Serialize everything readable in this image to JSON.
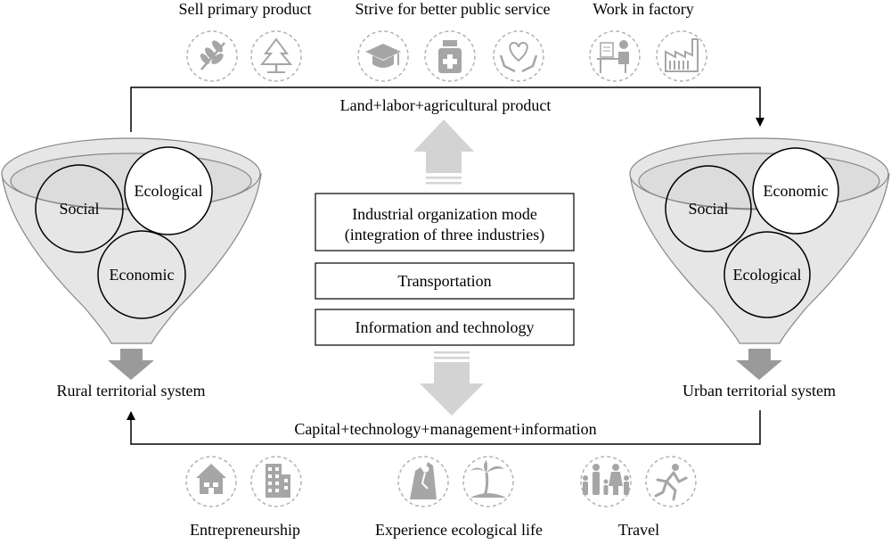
{
  "top_captions": {
    "primary": "Sell primary product",
    "public_service": "Strive for better public service",
    "factory": "Work in factory"
  },
  "bottom_captions": {
    "entrepreneurship": "Entrepreneurship",
    "ecological_life": "Experience ecological life",
    "travel": "Travel"
  },
  "flows": {
    "top": "Land+labor+agricultural product",
    "bottom": "Capital+technology+management+information"
  },
  "center_boxes": {
    "industrial_line1": "Industrial organization mode",
    "industrial_line2": "(integration of three industries)",
    "transportation": "Transportation",
    "information": "Information and technology"
  },
  "rural": {
    "label": "Rural territorial system",
    "social": "Social",
    "ecological": "Ecological",
    "economic": "Economic"
  },
  "urban": {
    "label": "Urban territorial system",
    "social": "Social",
    "economic": "Economic",
    "ecological": "Ecological"
  },
  "icons": {
    "top": [
      "wheat-icon",
      "tree-icon",
      "graduation-cap-icon",
      "medicine-bottle-icon",
      "heart-hands-icon",
      "office-worker-icon",
      "factory-icon"
    ],
    "bottom": [
      "house-icon",
      "building-icon",
      "climber-icon",
      "palm-island-icon",
      "family-icon",
      "runner-icon"
    ]
  },
  "colors": {
    "funnel": "#e6e6e6",
    "icon_gray": "#a6a6a6",
    "arrow_gray": "#d3d3d3",
    "down_arrow": "#9a9a9a"
  }
}
